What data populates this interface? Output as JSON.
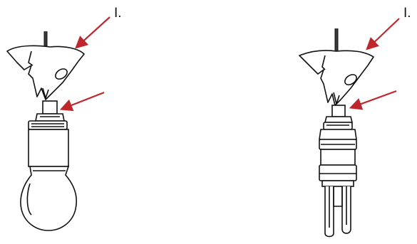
{
  "figure": {
    "left_panel": {
      "label": "I.",
      "bulb": "incandescent"
    },
    "right_panel": {
      "label": "I.",
      "bulb": "compact-fluorescent"
    },
    "colors": {
      "arrow": "#c0272d",
      "stroke": "#111111",
      "cord": "#3a3a3a",
      "fill": "#ffffff"
    },
    "icons": [
      "arrow",
      "cord",
      "lampshade",
      "lamp-holder",
      "light-bulb"
    ]
  }
}
